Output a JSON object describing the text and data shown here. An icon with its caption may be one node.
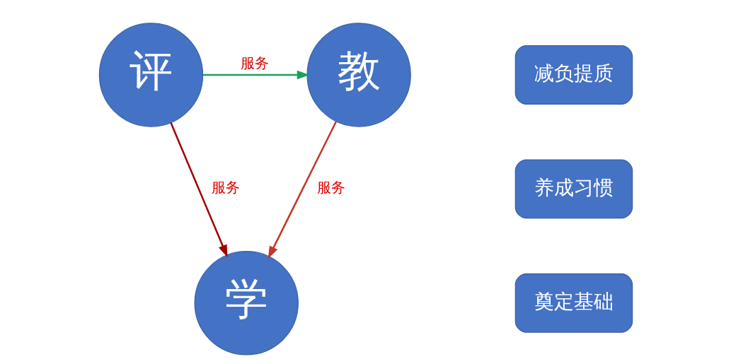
{
  "diagram": {
    "nodes": [
      {
        "text": [
          "教"
        ]
      },
      {
        "text": [
          "评"
        ]
      },
      {
        "text": [
          "学"
        ]
      },
      {
        "text": [
          "减负提质"
        ]
      },
      {
        "text": [
          "养成习惯"
        ]
      },
      {
        "text": [
          "奠定基础"
        ]
      }
    ],
    "edges": [
      {
        "from": 1,
        "to": 0,
        "arrow": "to",
        "label": "服务",
        "color": "#1f9e5a"
      },
      {
        "from": 0,
        "to": 2,
        "arrow": "to",
        "label": "服务",
        "color": "#c0392b"
      },
      {
        "from": 1,
        "to": 2,
        "arrow": "to",
        "label": "服务",
        "color": "#a00000"
      }
    ]
  }
}
